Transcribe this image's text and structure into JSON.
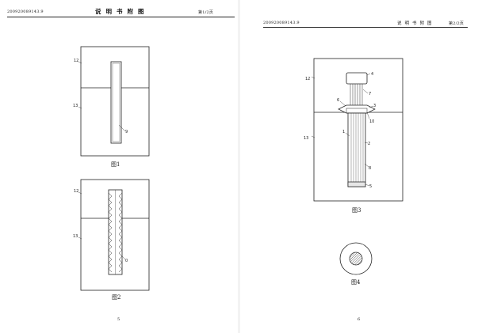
{
  "left_page": {
    "header": {
      "app_no": "200920089143.9",
      "title": "说明书附图",
      "sheet": "第1/2页"
    },
    "page_number": "5",
    "figure1": {
      "caption": "图1",
      "labels": {
        "upper_zone": "12",
        "lower_zone": "13",
        "rod": "9"
      }
    },
    "figure2": {
      "caption": "图2",
      "labels": {
        "upper_zone": "12",
        "lower_zone": "13",
        "rod": "0"
      }
    }
  },
  "right_page": {
    "header": {
      "app_no": "200920089143.9",
      "title": "说明书附图",
      "sheet": "第2/2页"
    },
    "page_number": "6",
    "figure3": {
      "caption": "图3",
      "labels": {
        "upper_zone": "12",
        "lower_zone": "13",
        "cap": "4",
        "wires": "7",
        "flange": "6",
        "plate": "3",
        "collar": "10",
        "inner_tube": "1",
        "outer_tube": "2",
        "body": "8",
        "tip": "5"
      }
    },
    "figure4": {
      "caption": "图4"
    }
  }
}
